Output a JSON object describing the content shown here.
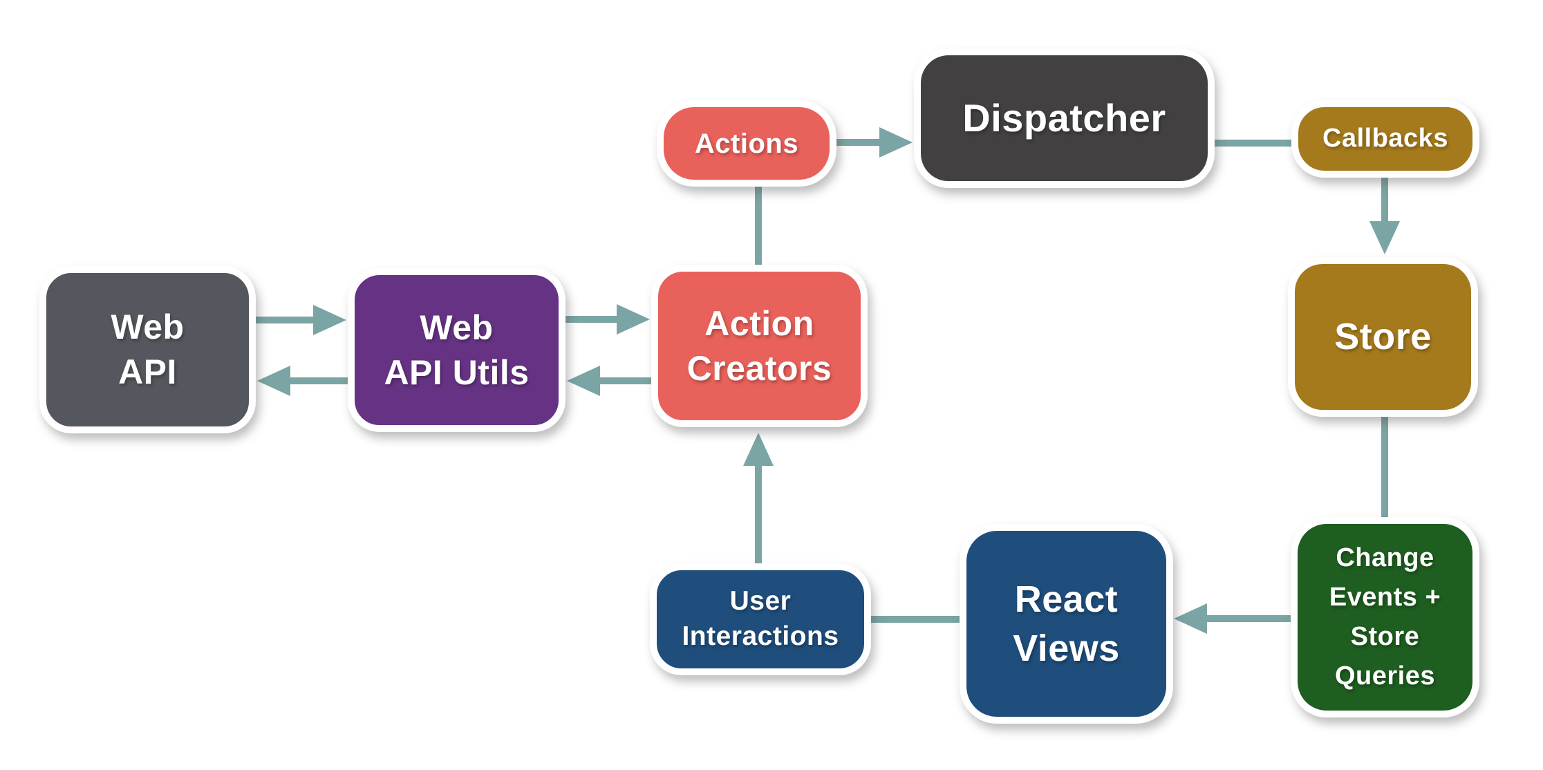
{
  "diagram_type": "flux-data-flow",
  "colors": {
    "background": "#FFFFFF",
    "connector": "#7AA5A4",
    "node_border": "#FFFFFF",
    "node_text": "#FFFFFF",
    "gray": "#54575D",
    "dark_gray": "#434041",
    "purple": "#663384",
    "coral": "#E9615B",
    "gold": "#A57A1C",
    "green": "#1E5E20",
    "blue": "#1F4E7C"
  },
  "nodes": {
    "web_api": {
      "label": "Web\nAPI",
      "color": "#54575D"
    },
    "web_api_utils": {
      "label": "Web\nAPI Utils",
      "color": "#663384"
    },
    "action_creators": {
      "label": "Action\nCreators",
      "color": "#E9615B"
    },
    "actions": {
      "label": "Actions",
      "color": "#E9615B"
    },
    "dispatcher": {
      "label": "Dispatcher",
      "color": "#434041"
    },
    "callbacks": {
      "label": "Callbacks",
      "color": "#A57A1C"
    },
    "store": {
      "label": "Store",
      "color": "#A57A1C"
    },
    "change_events": {
      "label": "Change\nEvents +\nStore\nQueries",
      "color": "#1E5E20"
    },
    "react_views": {
      "label": "React\nViews",
      "color": "#1F4E7C"
    },
    "user_interactions": {
      "label": "User\nInteractions",
      "color": "#1F4E7C"
    }
  },
  "connections": [
    {
      "from": "web_api",
      "to": "web_api_utils",
      "arrowhead": true
    },
    {
      "from": "web_api_utils",
      "to": "web_api",
      "arrowhead": true
    },
    {
      "from": "web_api_utils",
      "to": "action_creators",
      "arrowhead": true
    },
    {
      "from": "action_creators",
      "to": "web_api_utils",
      "arrowhead": true
    },
    {
      "from": "action_creators",
      "to": "actions",
      "arrowhead": false
    },
    {
      "from": "actions",
      "to": "dispatcher",
      "arrowhead": true
    },
    {
      "from": "dispatcher",
      "to": "callbacks",
      "arrowhead": false
    },
    {
      "from": "callbacks",
      "to": "store",
      "arrowhead": true
    },
    {
      "from": "store",
      "to": "change_events",
      "arrowhead": false
    },
    {
      "from": "change_events",
      "to": "react_views",
      "arrowhead": true
    },
    {
      "from": "react_views",
      "to": "user_interactions",
      "arrowhead": false
    },
    {
      "from": "user_interactions",
      "to": "action_creators",
      "arrowhead": true
    }
  ]
}
